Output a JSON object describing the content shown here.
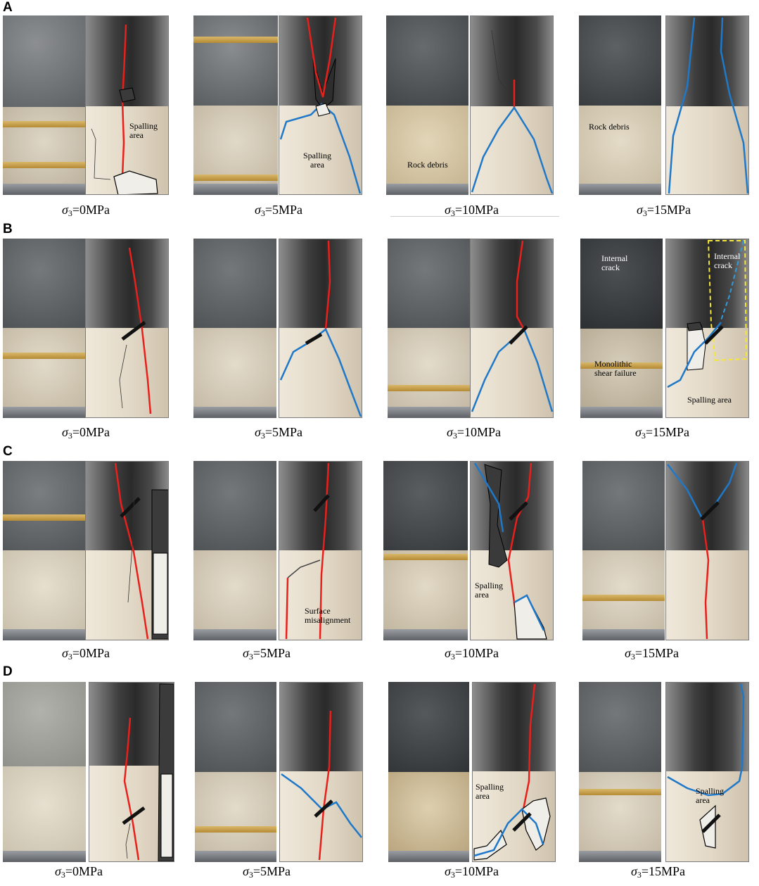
{
  "rows": [
    {
      "letter": "A",
      "captions": [
        "=0MPa",
        "=5MPa",
        "=10MPa",
        "=15MPa"
      ],
      "annotations": {
        "a1": "Spalling\narea",
        "a2": "Spalling\narea",
        "a3": "Rock debris",
        "a4": "Rock debris"
      }
    },
    {
      "letter": "B",
      "captions": [
        "=0MPa",
        "=5MPa",
        "=10MPa",
        "=15MPa"
      ],
      "annotations": {
        "b_internal_photo": "Internal\ncrack",
        "b_internal_sketch": "Internal\ncrack",
        "b_monolithic": "Monolithic\nshear failure",
        "b_spalling": "Spalling area"
      }
    },
    {
      "letter": "C",
      "captions": [
        "=0MPa",
        "=5MPa",
        "=10MPa",
        "=15MPa"
      ],
      "annotations": {
        "c_surface": "Surface\nmisalignment",
        "c_spalling": "Spalling\narea"
      }
    },
    {
      "letter": "D",
      "captions": [
        "=0MPa",
        "=5MPa",
        "=10MPa",
        "=15MPa"
      ],
      "annotations": {
        "d_spalling3": "Spalling\narea",
        "d_spalling4": "Spalling\narea"
      }
    }
  ],
  "sigma_symbol": "σ",
  "sigma_subscript": "3",
  "colors": {
    "red_crack": "#e8201c",
    "blue_crack": "#1f78c8",
    "dark_rock": "#505559",
    "light_rock": "#d8cfbd",
    "rubber_band": "#c9a24e",
    "highlight_yellow": "#f5e63a"
  }
}
